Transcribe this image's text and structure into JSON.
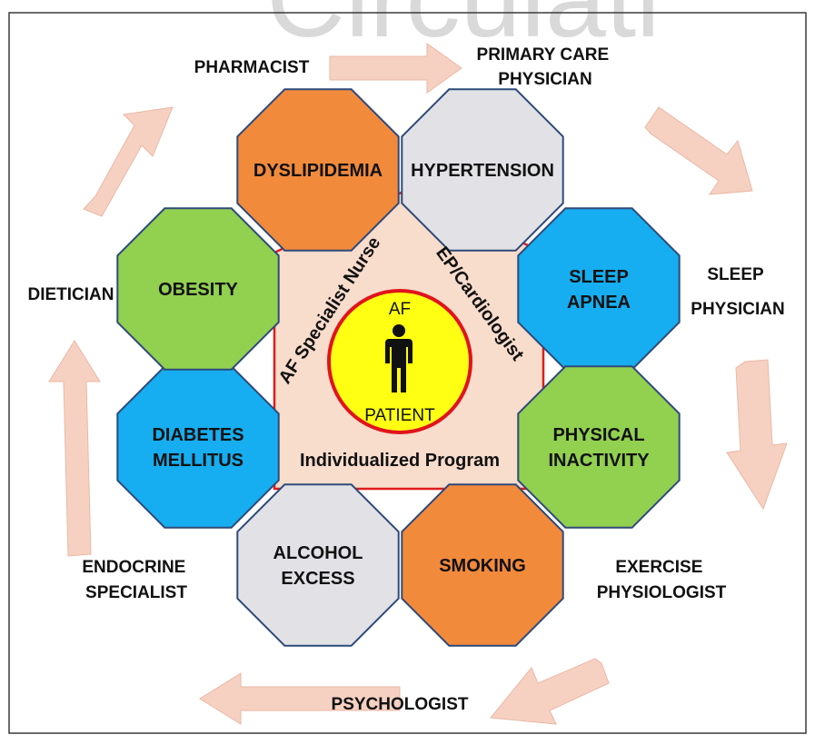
{
  "watermark": "Circulati",
  "colors": {
    "frame": "#3a3a3a",
    "arrow": "#f6d1c2",
    "arrow_edge": "#ebb7a6",
    "triangle_fill": "#f8dccc",
    "triangle_edge": "#dd1c1c",
    "octagon_edge": "#2f4a7a",
    "orange": "#f28a3c",
    "grey": "#e2e2e6",
    "blue": "#16aef0",
    "green": "#92d050",
    "patient_fill": "#ffff14",
    "patient_edge": "#e0141a",
    "person": "#111111"
  },
  "specialists": {
    "pharmacist": "PHARMACIST",
    "primary_care": [
      "PRIMARY CARE",
      "PHYSICIAN"
    ],
    "sleep": [
      "SLEEP",
      "PHYSICIAN"
    ],
    "exercise": [
      "EXERCISE",
      "PHYSIOLOGIST"
    ],
    "psychologist": "PSYCHOLOGIST",
    "endocrine": [
      "ENDOCRINE",
      "SPECIALIST"
    ],
    "dietician": "DIETICIAN"
  },
  "risk_factors": [
    {
      "lines": [
        "DYSLIPIDEMIA"
      ],
      "color": "orange"
    },
    {
      "lines": [
        "HYPERTENSION"
      ],
      "color": "grey"
    },
    {
      "lines": [
        "SLEEP",
        "APNEA"
      ],
      "color": "blue"
    },
    {
      "lines": [
        "PHYSICAL",
        "INACTIVITY"
      ],
      "color": "green"
    },
    {
      "lines": [
        "SMOKING"
      ],
      "color": "orange"
    },
    {
      "lines": [
        "ALCOHOL",
        "EXCESS"
      ],
      "color": "grey"
    },
    {
      "lines": [
        "DIABETES",
        "MELLITUS"
      ],
      "color": "blue"
    },
    {
      "lines": [
        "OBESITY"
      ],
      "color": "green"
    }
  ],
  "core": {
    "left": "AF Specialist Nurse",
    "right": "EP/Cardiologist",
    "bottom": "Individualized Program"
  },
  "patient": {
    "top": "AF",
    "bottom": "PATIENT",
    "icon": "person-icon"
  }
}
